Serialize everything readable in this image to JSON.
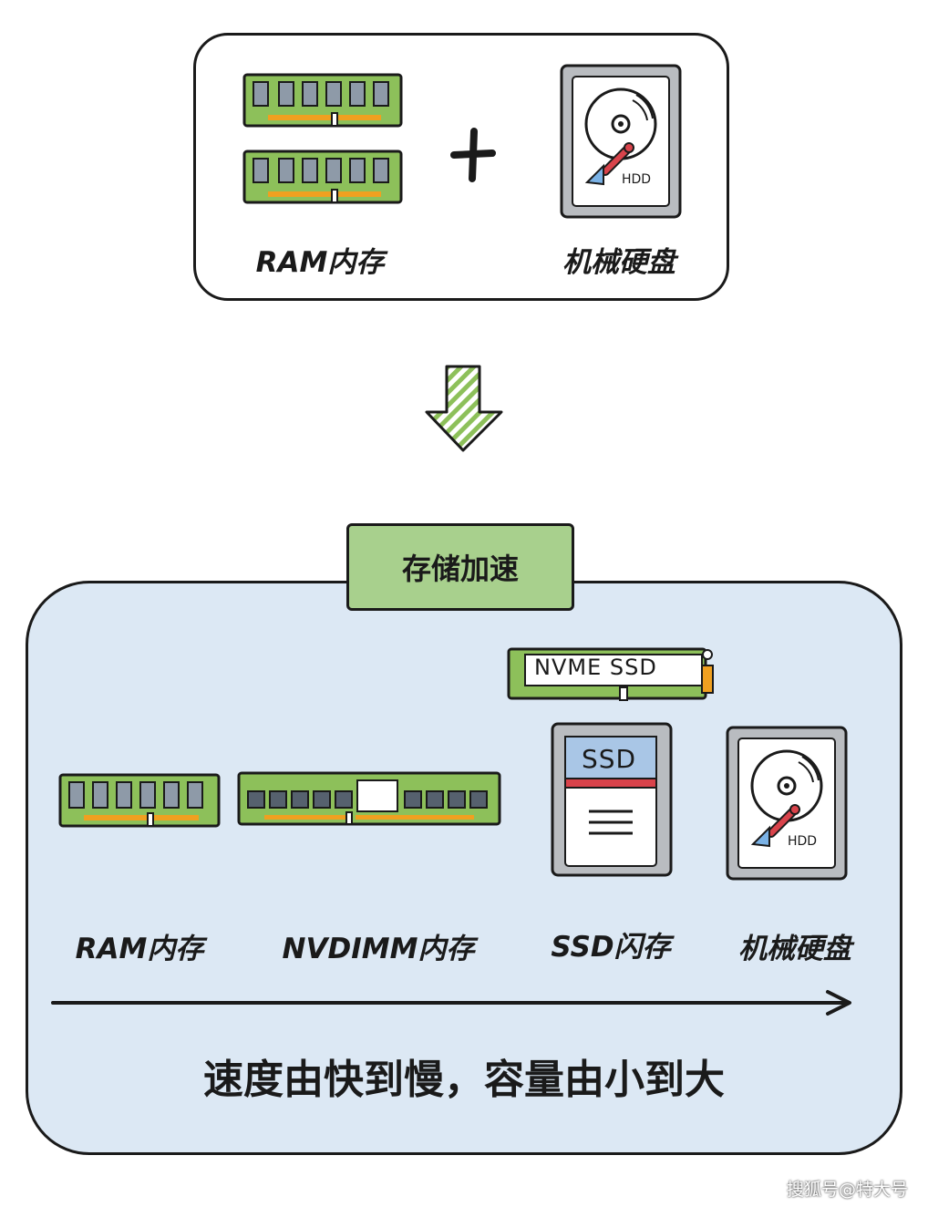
{
  "top_panel": {
    "ram_label": "RAM内存",
    "hdd_label": "机械硬盘",
    "plus_icon": "plus-icon",
    "hdd_chip_text": "HDD"
  },
  "section_tag": "存储加速",
  "tiers": {
    "ram_label": "RAM内存",
    "nvdimm_label": "NVDIMM内存",
    "ssd_label": "SSD闪存",
    "hdd_label": "机械硬盘",
    "nvme_text": "NVME SSD",
    "ssd_chip_text": "SSD",
    "hdd_chip_text": "HDD"
  },
  "caption": "速度由快到慢，容量由小到大",
  "watermark": "搜狐号@特大号",
  "colors": {
    "ram_green": "#8dc05a",
    "chip_grey": "#8e9aa8",
    "hdd_red": "#d9434b",
    "hdd_blue": "#7ab2e6",
    "panel_blue": "#dce8f4",
    "tag_green": "#a8d08d"
  }
}
